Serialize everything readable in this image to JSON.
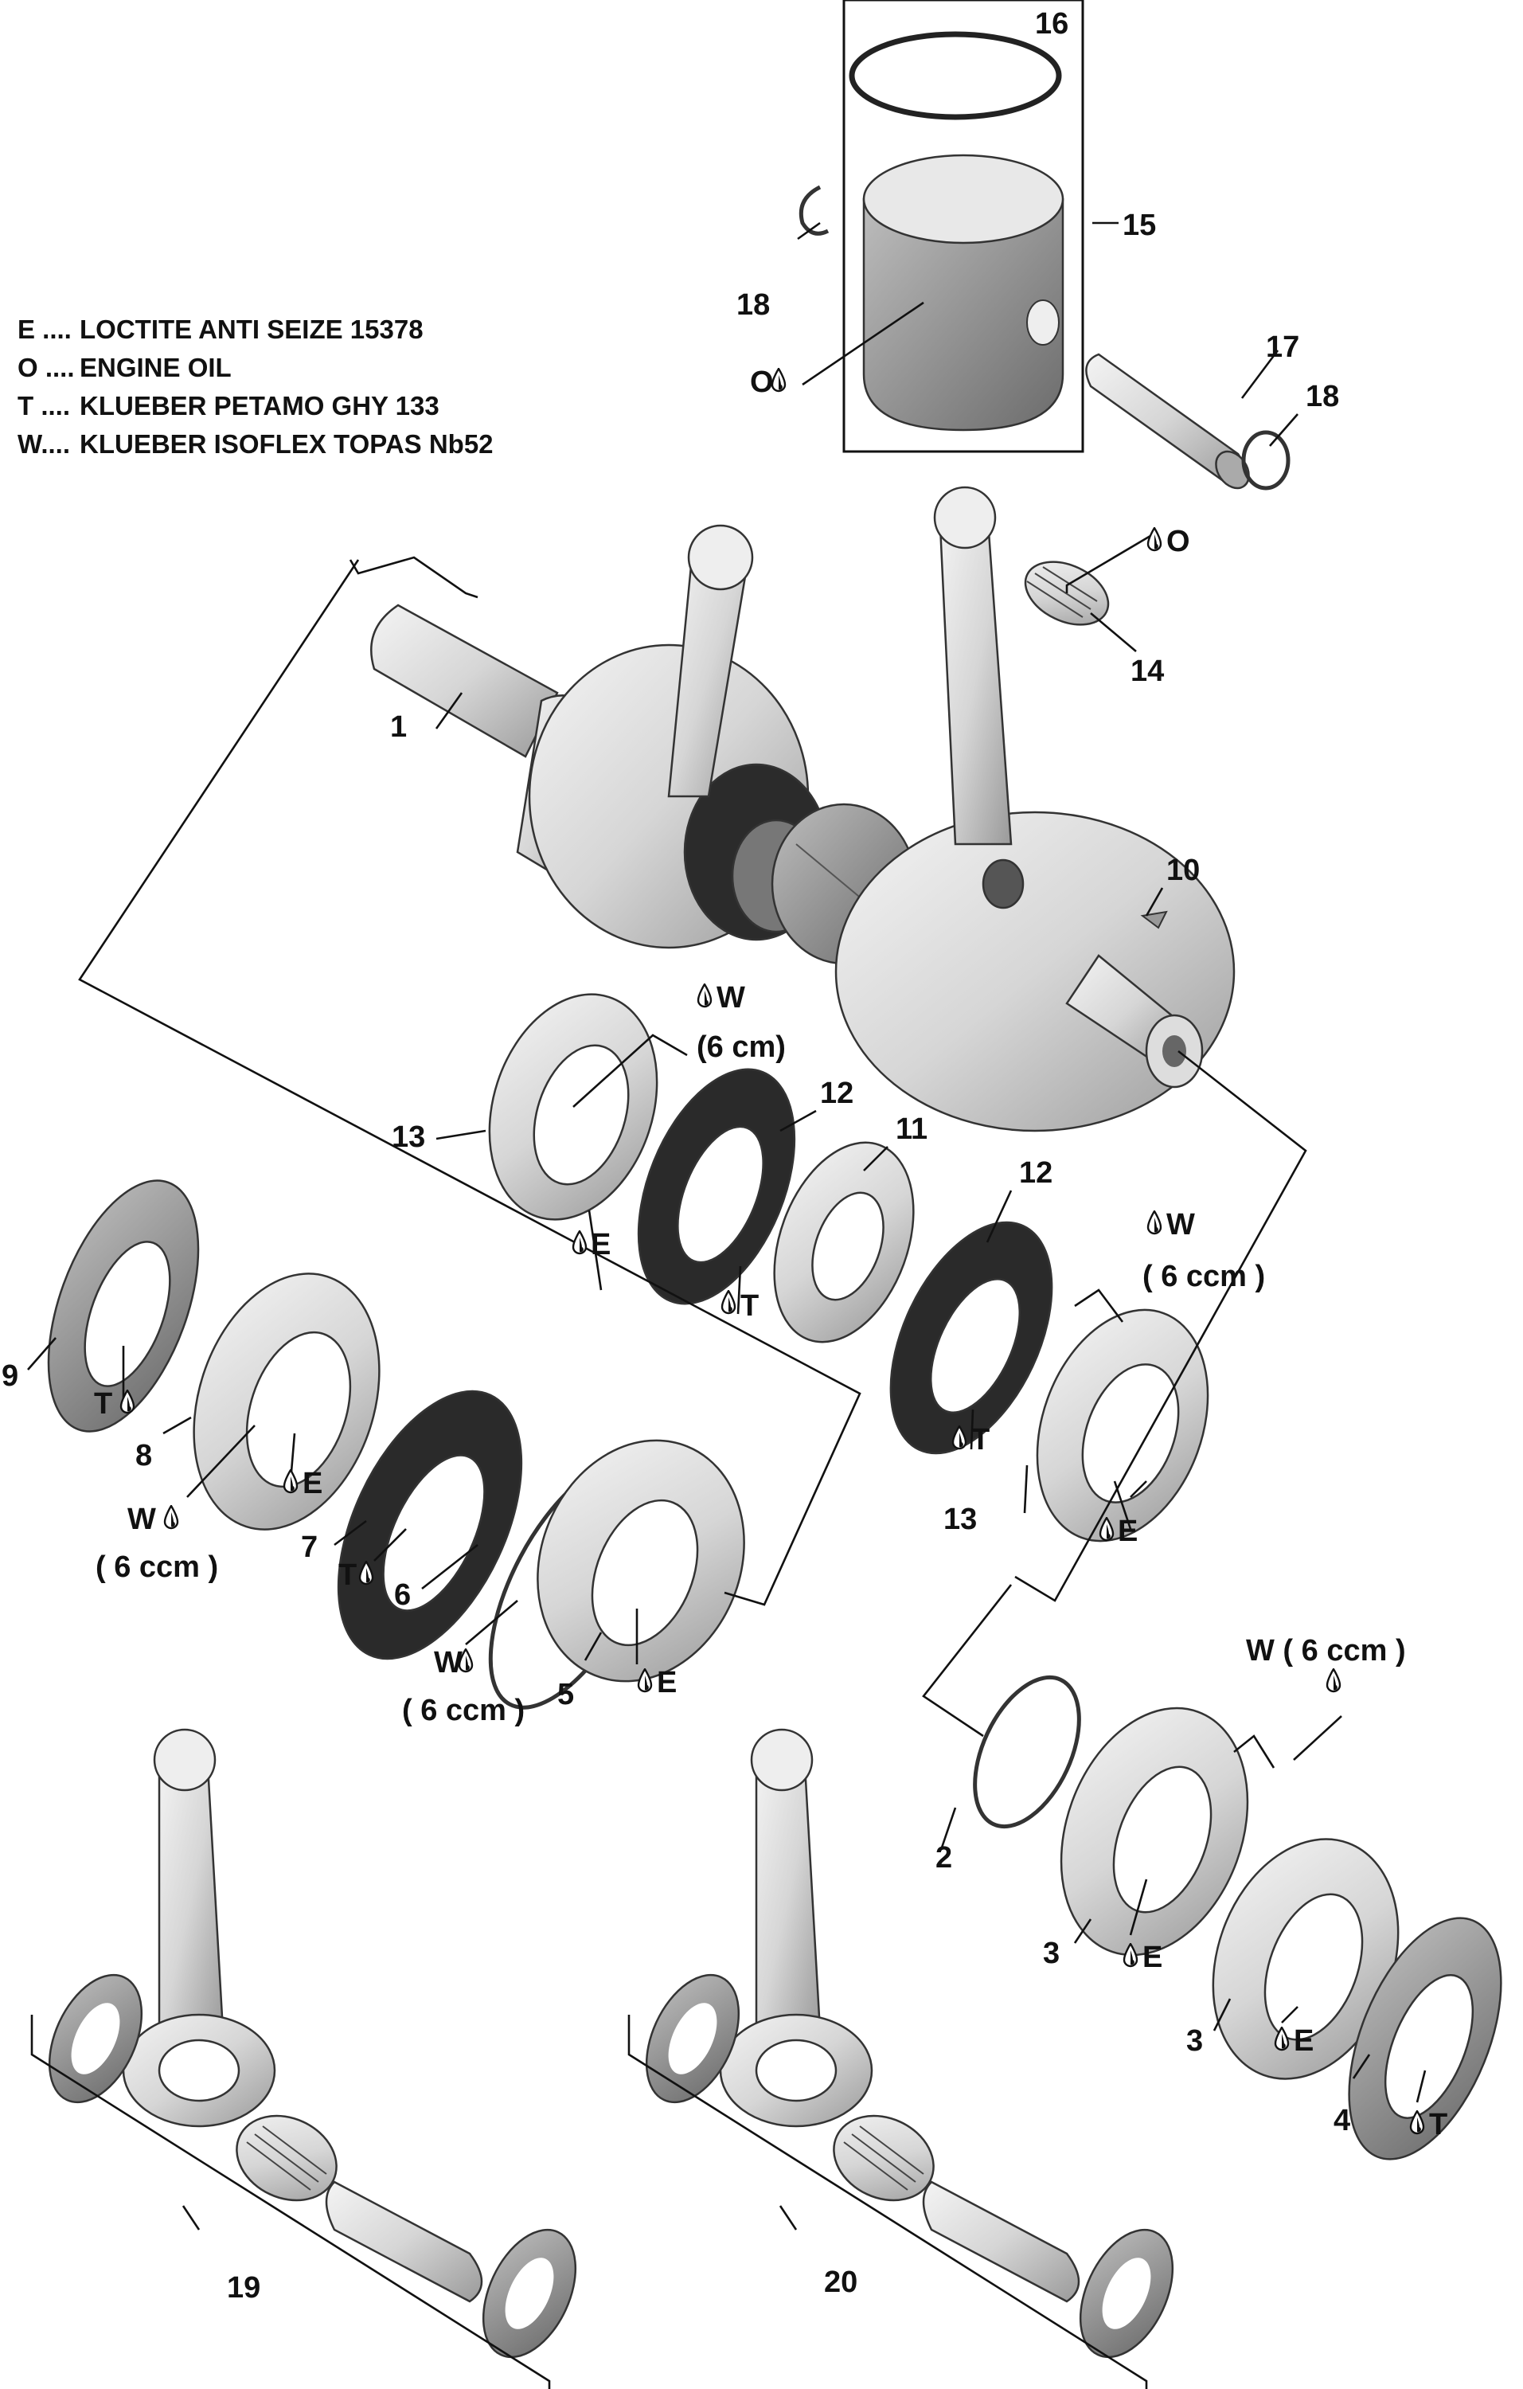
{
  "legend": [
    {
      "code": "E ....",
      "text": "LOCTITE ANTI SEIZE 15378"
    },
    {
      "code": "O ....",
      "text": "ENGINE OIL"
    },
    {
      "code": "T ....",
      "text": "KLUEBER PETAMO GHY 133"
    },
    {
      "code": "W....",
      "text": "KLUEBER ISOFLEX TOPAS Nb52"
    }
  ],
  "callouts": {
    "p1": "1",
    "p2": "2",
    "p3a": "3",
    "p3b": "3",
    "p4": "4",
    "p5": "5",
    "p6": "6",
    "p7": "7",
    "p8": "8",
    "p9": "9",
    "p10": "10",
    "p11": "11",
    "p12a": "12",
    "p12b": "12",
    "p13a": "13",
    "p13b": "13",
    "p14": "14",
    "p15": "15",
    "p16": "16",
    "p17": "17",
    "p18a": "18",
    "p18b": "18",
    "p19": "19",
    "p20": "20"
  },
  "lube": {
    "o_piston": "O",
    "o_pin": "O",
    "w_top": "W",
    "w_top_vol": "(6 cm)",
    "e_13a": "E",
    "t_12a": "T",
    "w_right": "W",
    "w_right_vol": "( 6 ccm )",
    "t_12b": "T",
    "e_13b": "E",
    "t_9": "T",
    "w_8": "W",
    "w_8_vol": "( 6 ccm )",
    "e_8": "E",
    "t_7": "T",
    "w_6": "W",
    "w_6_vol": "( 6 ccm )",
    "e_5": "E",
    "w_3_vol": "W ( 6 ccm )",
    "e_3a": "E",
    "e_3b": "E",
    "t_4": "T"
  },
  "colors": {
    "outline": "#111111",
    "metal": "#d9d9d9",
    "shade": "#8c8c8c",
    "dark": "#2a2a2a"
  }
}
